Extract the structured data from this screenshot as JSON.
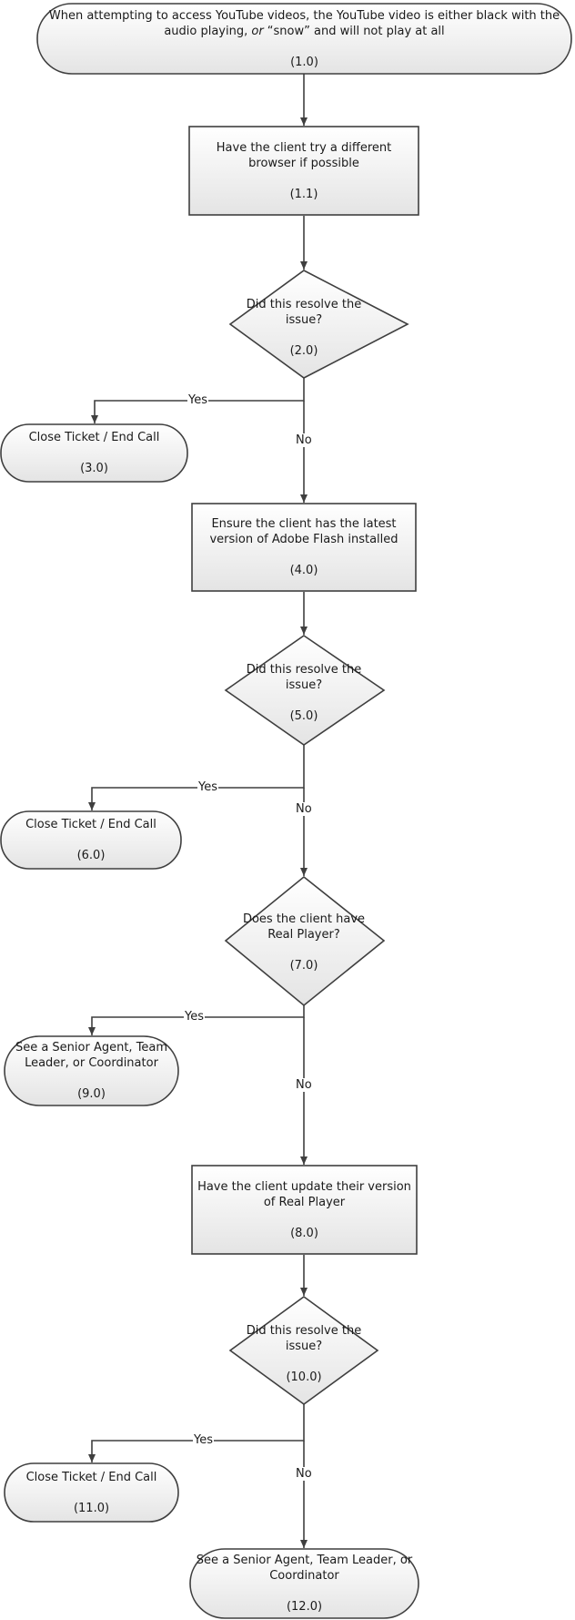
{
  "nodes": {
    "n1_0": {
      "lines": [
        "When attempting to access YouTube videos, the YouTube video is either black with the",
        "audio playing, or “snow” and will not play at all"
      ],
      "id": "(1.0)"
    },
    "n1_1": {
      "lines": [
        "Have the client try a different",
        "browser if possible"
      ],
      "id": "(1.1)"
    },
    "n2_0": {
      "lines": [
        "Did this resolve the",
        "issue?"
      ],
      "id": "(2.0)"
    },
    "n3_0": {
      "lines": [
        "Close Ticket / End Call"
      ],
      "id": "(3.0)"
    },
    "n4_0": {
      "lines": [
        "Ensure the client has the latest",
        "version of Adobe Flash installed"
      ],
      "id": "(4.0)"
    },
    "n5_0": {
      "lines": [
        "Did this resolve the",
        "issue?"
      ],
      "id": "(5.0)"
    },
    "n6_0": {
      "lines": [
        "Close Ticket / End Call"
      ],
      "id": "(6.0)"
    },
    "n7_0": {
      "lines": [
        "Does the client have",
        "Real Player?"
      ],
      "id": "(7.0)"
    },
    "n9_0": {
      "lines": [
        "See a Senior Agent, Team",
        "Leader, or Coordinator"
      ],
      "id": "(9.0)"
    },
    "n8_0": {
      "lines": [
        "Have the client update their version",
        "of Real Player"
      ],
      "id": "(8.0)"
    },
    "n10_0": {
      "lines": [
        "Did this resolve the",
        "issue?"
      ],
      "id": "(10.0)"
    },
    "n11_0": {
      "lines": [
        "Close Ticket / End Call"
      ],
      "id": "(11.0)"
    },
    "n12_0": {
      "lines": [
        "See a Senior Agent, Team Leader, or",
        "Coordinator"
      ],
      "id": "(12.0)"
    }
  },
  "edge_labels": {
    "yes": "Yes",
    "no": "No"
  },
  "colors": {
    "stroke": "#3f3f3f",
    "fill_top": "#ffffff",
    "fill_bottom": "#e6e6e6"
  }
}
